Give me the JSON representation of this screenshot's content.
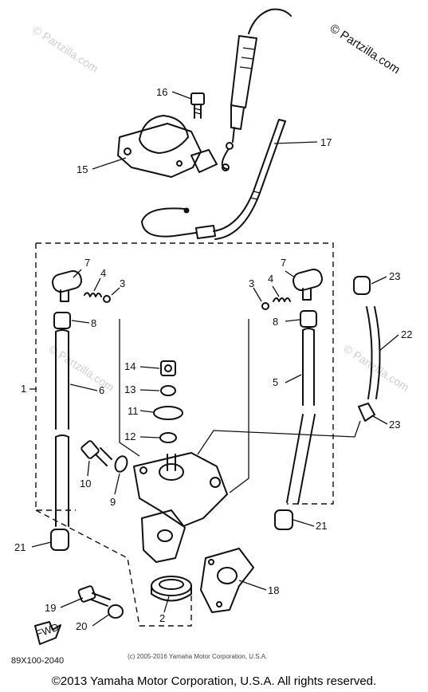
{
  "watermark": {
    "top_right": "© Partzilla.com",
    "faint": "© Partzilla.com"
  },
  "callouts": [
    "16",
    "15",
    "17",
    "7",
    "4",
    "3",
    "8",
    "1",
    "6",
    "14",
    "13",
    "11",
    "12",
    "10",
    "9",
    "21",
    "19",
    "20",
    "2",
    "18",
    "5",
    "22",
    "23",
    "23",
    "21",
    "7",
    "4",
    "3",
    "8"
  ],
  "fwd_label": "FWD",
  "diagram_code": "89X100-2040",
  "small_copyright": "(c) 2005-2016 Yamaha Motor Corporation, U.S.A.",
  "footer": "©2013 Yamaha Motor Corporation, U.S.A. All rights reserved.",
  "colors": {
    "ink": "#111111",
    "background": "#ffffff",
    "watermark": "#cfcfcf"
  }
}
